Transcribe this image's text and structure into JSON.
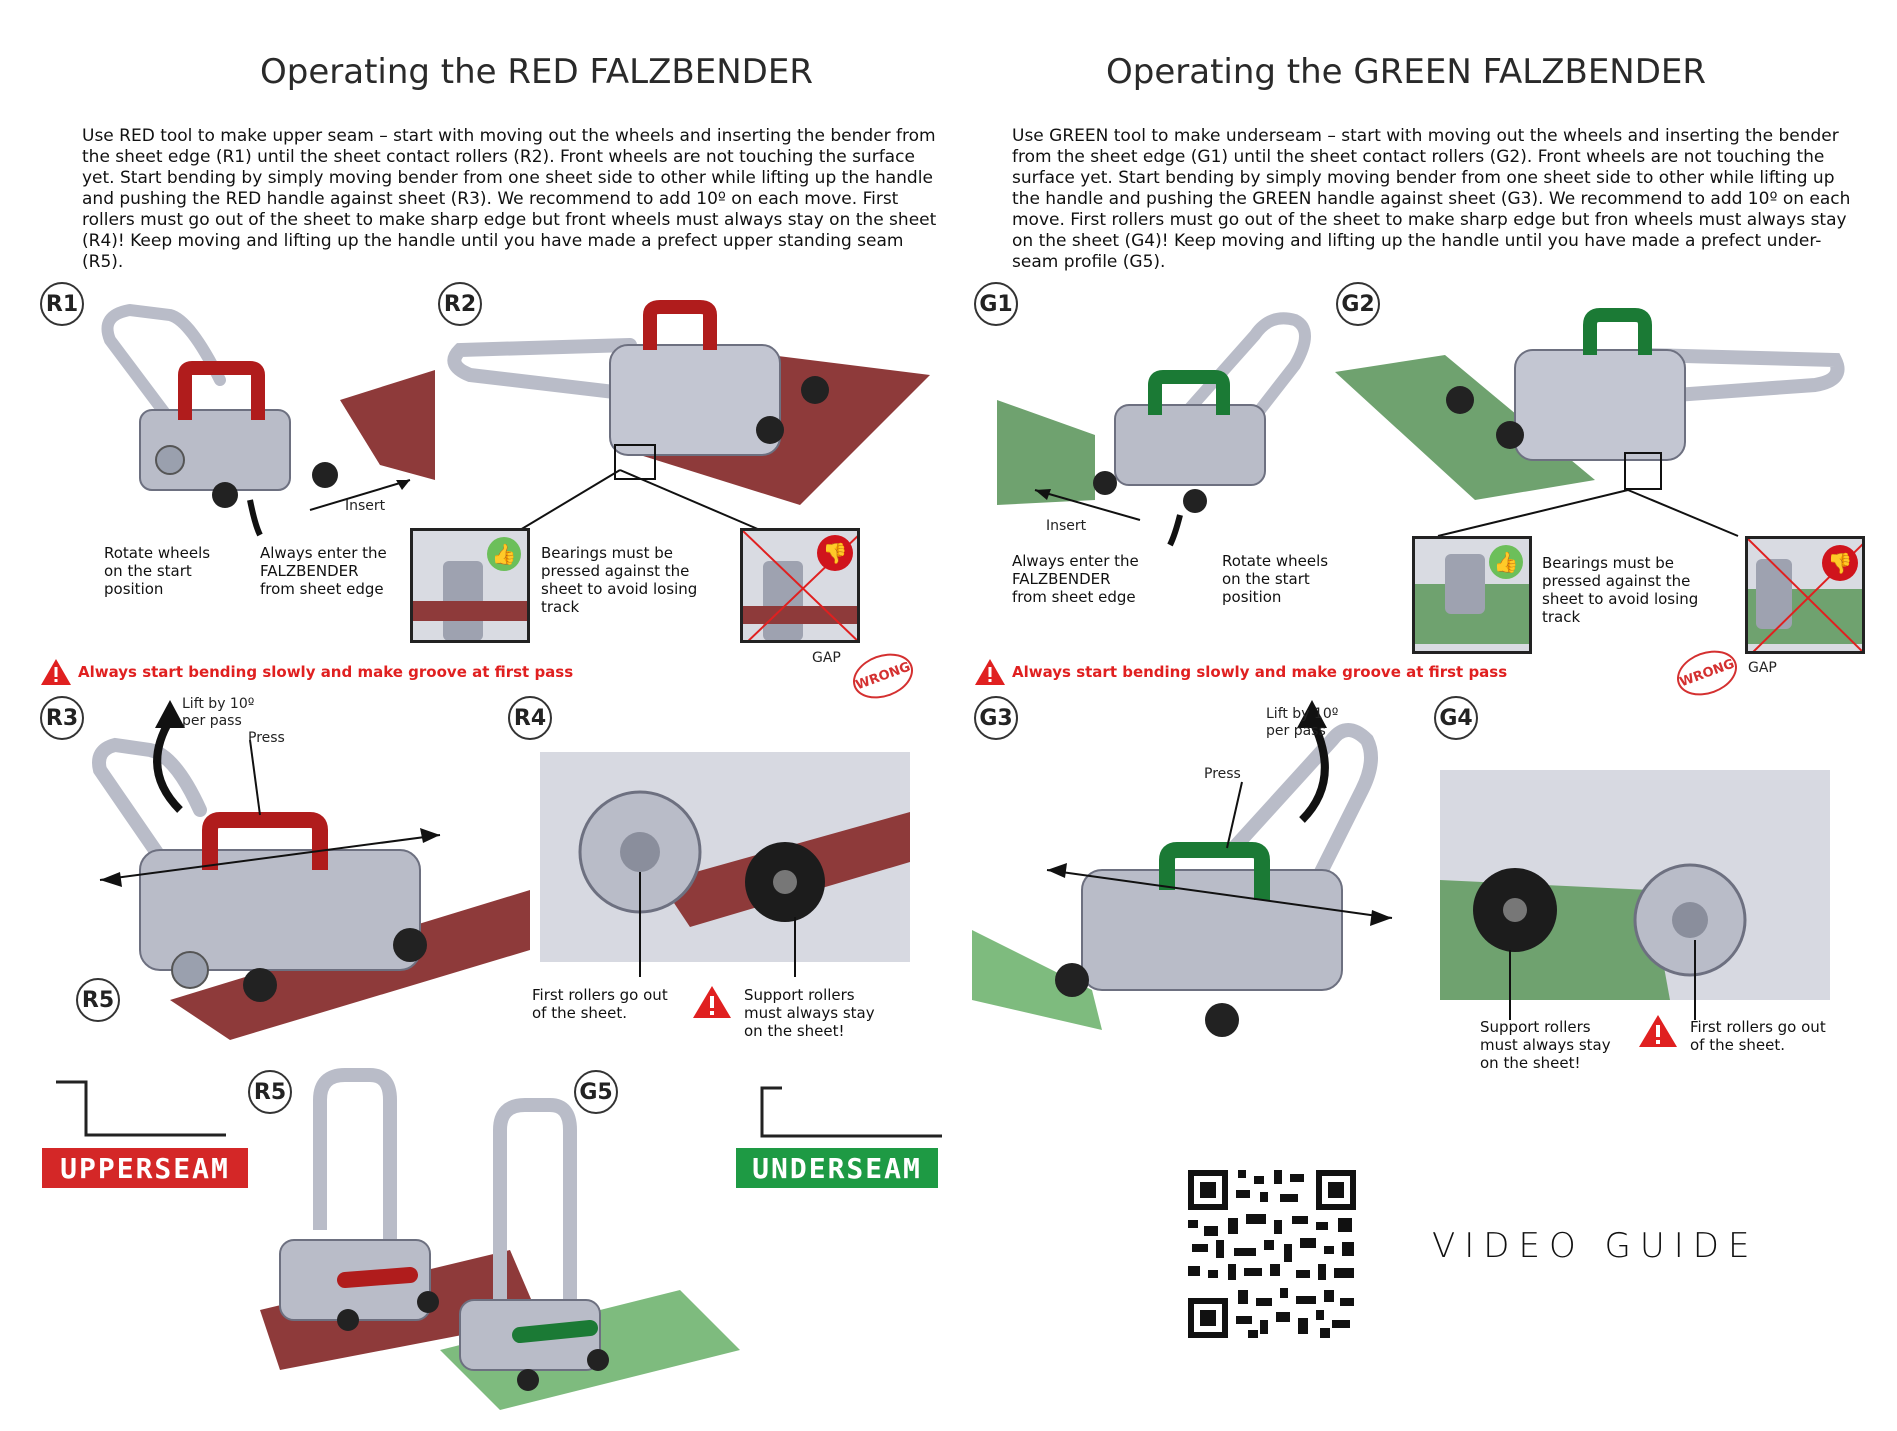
{
  "red": {
    "title": "Operating the RED FALZBENDER",
    "intro": "Use RED tool to make upper seam – start with moving out the wheels and inserting the bender from the sheet edge (R1) until the sheet contact rollers (R2). Front wheels are not touching the surface yet. Start bending by simply moving bender from one sheet side to other while lifting up the handle and pushing the RED handle against sheet (R3). We recommend to add 10º on each move. First rollers must go out of the sheet to make sharp edge but front wheels must always stay on the sheet (R4)! Keep moving and lifting up the handle until you have made a prefect upper standing seam (R5).",
    "steps": {
      "r1": "R1",
      "r2": "R2",
      "r3": "R3",
      "r4": "R4",
      "r5a": "R5",
      "r5b": "R5"
    },
    "captions": {
      "insert": "Insert",
      "rotate": "Rotate wheels on the start position",
      "enter": "Always enter the FALZBENDER from sheet edge",
      "bearings": "Bearings must be pressed against the sheet to avoid losing track",
      "gap": "GAP",
      "wrong": "WRONG",
      "warning": "Always start bending slowly and make groove at first pass",
      "lift": "Lift by 10º per pass",
      "press": "Press",
      "first_rollers": "First rollers go out of the sheet.",
      "support_rollers": "Support rollers must always stay on the sheet!"
    },
    "seam_label": "UPPERSEAM"
  },
  "green": {
    "title": "Operating the GREEN FALZBENDER",
    "intro": "Use GREEN tool to make underseam – start with moving out the wheels and inserting the bender from the sheet edge (G1) until the sheet contact rollers (G2). Front wheels are not touching the surface yet. Start bending by simply moving bender from one sheet side to other while lifting up the handle and pushing the GREEN handle against sheet (G3). We recommend to add 10º on each move. First rollers must go out of the sheet to make sharp edge but fron wheels must always stay on the sheet (G4)! Keep moving and lifting up the handle until you have made a prefect under-seam profile (G5).",
    "steps": {
      "g1": "G1",
      "g2": "G2",
      "g3": "G3",
      "g4": "G4",
      "g5": "G5"
    },
    "captions": {
      "insert": "Insert",
      "enter": "Always enter the FALZBENDER from sheet edge",
      "rotate": "Rotate wheels on the start position",
      "bearings": "Bearings must be pressed against the sheet to avoid losing track",
      "gap": "GAP",
      "wrong": "WRONG",
      "warning": "Always start bending slowly and make groove at first pass",
      "lift": "Lift by 10º per pass",
      "press": "Press",
      "support_rollers": "Support rollers must always stay on the sheet!",
      "first_rollers": "First rollers go out of the sheet."
    },
    "seam_label": "UNDERSEAM"
  },
  "video_guide": "VIDEO GUIDE",
  "colors": {
    "red_sheet": "#8e3a3a",
    "red_handle": "#b01c1c",
    "green_sheet": "#6fa26f",
    "green_handle": "#1b7a35",
    "tool_metal": "#b9bcc8",
    "warn": "#e02020"
  }
}
